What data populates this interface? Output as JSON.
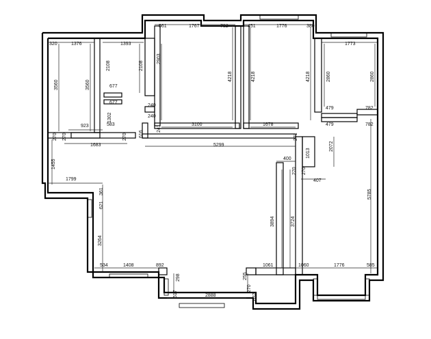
{
  "dimensions": {
    "d561": "561",
    "d1767": "1767",
    "d782a": "782",
    "d451": "451",
    "d1776a": "1776",
    "d380": "380",
    "d320": "320",
    "d1376": "1376",
    "d1393": "1393",
    "d1773": "1773",
    "d2108a": "2108",
    "d2108b": "2108",
    "d2903": "2903",
    "d4218a": "4218",
    "d4218b": "4218",
    "d4218c": "4218",
    "d2860a": "2860",
    "d2860b": "2860",
    "d3560a": "3560",
    "d3560b": "3560",
    "d677a": "677",
    "d677b": "677",
    "d1302": "1302",
    "d583": "583",
    "d923": "923",
    "d240a": "240",
    "d240b": "240",
    "d616": "616",
    "d241": "241",
    "d3100": "3100",
    "d1678": "1678",
    "d479a": "479",
    "d479b": "479",
    "d782b": "782",
    "d782c": "782",
    "d270a": "270",
    "d270b": "270",
    "d1683": "1683",
    "d270c": "270",
    "d5299": "5299",
    "d271": "271",
    "d2072": "2072",
    "d1013": "1013",
    "d400": "400",
    "d1455": "1455",
    "d270d": "270",
    "d270e": "270",
    "d407": "407",
    "d1799": "1799",
    "d361": "361",
    "d621": "621",
    "d3894": "3894",
    "d3724": "3724",
    "d5785": "5785",
    "d3264": "3264",
    "d534": "534",
    "d1408": "1408",
    "d892": "892",
    "d1061": "1061",
    "d1060": "1060",
    "d1776b": "1776",
    "d585": "585",
    "d298": "298",
    "d255": "255",
    "d617": "617",
    "d2888": "2888",
    "d270f": "270",
    "d637": "637"
  }
}
